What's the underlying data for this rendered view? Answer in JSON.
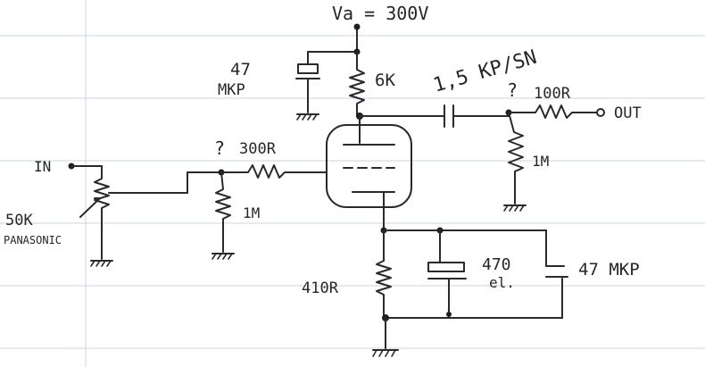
{
  "labels": {
    "supply": "Va = 300V",
    "anode_bypass_value": "47",
    "anode_bypass_type": "MKP",
    "anode_resistor": "6K",
    "coupling_cap": "1,5 KP/SN",
    "grid_stopper_out_q": "?",
    "grid_stopper_out": "100R",
    "output": "OUT",
    "output_leak": "1M",
    "input": "IN",
    "grid_stopper_in_q": "?",
    "grid_stopper_in": "300R",
    "grid_leak": "1M",
    "pot_value": "50K",
    "pot_brand": "PANASONIC",
    "cathode_resistor": "410R",
    "cathode_elcap_value": "470",
    "cathode_elcap_type": "el.",
    "cathode_film_cap": "47 MKP"
  }
}
